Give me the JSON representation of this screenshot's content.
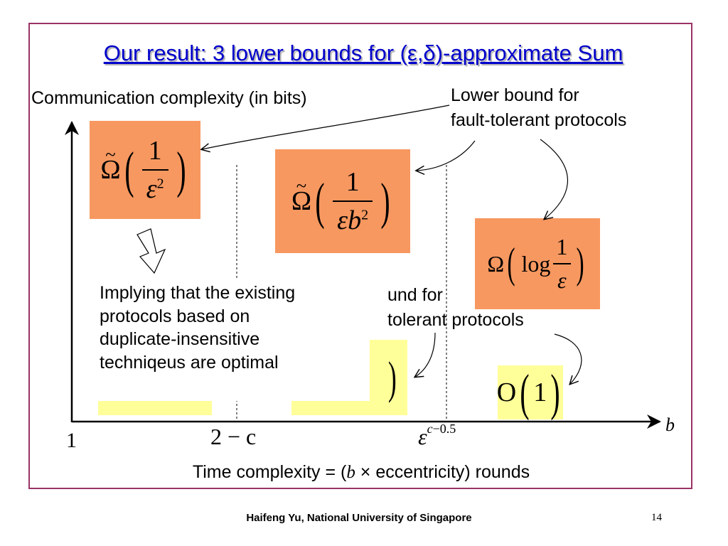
{
  "title": "Our result: 3 lower bounds for (ε,δ)-approximate Sum",
  "y_axis_label": "Communication complexity (in bits)",
  "x_axis_label_prefix": "Time complexity = (",
  "x_axis_label_var": "b",
  "x_axis_label_suffix": " × eccentricity) rounds",
  "x_axis_symbol": "b",
  "ticks": {
    "one": "1",
    "two_minus_c": "2 − c",
    "eps_base": "ε",
    "eps_exp_var": "c",
    "eps_exp_rest": "−0.5"
  },
  "callout_fault_tolerant": [
    "Lower bound for",
    "fault-tolerant protocols"
  ],
  "callout_non_fault_tolerant": [
    "und for",
    "tolerant protocols"
  ],
  "implying_note": [
    "Implying that the existing",
    "protocols based on",
    "duplicate-insensitive",
    "techniqeus are optimal"
  ],
  "bounds": {
    "ft_region1": {
      "op": "Ω",
      "tilde": "~",
      "num": "1",
      "den_base": "ε",
      "den_exp": "2"
    },
    "ft_region2": {
      "op": "Ω",
      "tilde": "~",
      "num": "1",
      "den_base": "εb",
      "den_exp": "2"
    },
    "ft_region3": {
      "op": "Ω",
      "func": "log",
      "num": "1",
      "den": "ε"
    },
    "nft_region3": {
      "op": "O",
      "arg": "1"
    }
  },
  "footer": "Haifeng Yu, National University of Singapore",
  "page_number": "14",
  "colors": {
    "frame": "#993366",
    "title": "#0000cc",
    "orange_box": "#f79860",
    "yellow_box": "#ffff99"
  }
}
